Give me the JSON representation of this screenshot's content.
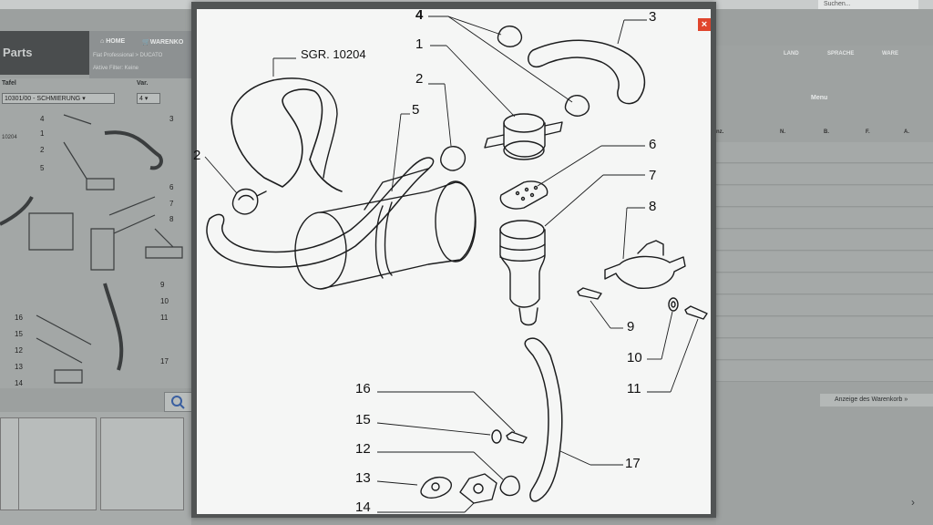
{
  "topbar": {
    "search_text": "Suchen..."
  },
  "app": {
    "logo": "Parts"
  },
  "nav": {
    "home": "HOME",
    "cart": "WARENKO",
    "crumb": "Fiat Professional > DUCATO",
    "filter": "Aktive Filter: Keine"
  },
  "left": {
    "tafel_label": "Tafel",
    "var_label": "Var.",
    "tafel_value": "10301/00 - SCHMIERUNG",
    "var_value": "4",
    "mini_sgr": "10204",
    "mini_labels": [
      "4",
      "3",
      "1",
      "2",
      "5",
      "6",
      "7",
      "8",
      "9",
      "10",
      "11",
      "16",
      "15",
      "12",
      "13",
      "14",
      "17"
    ]
  },
  "right": {
    "headers": [
      "LAND",
      "SPRACHE",
      "WARE"
    ],
    "menu": "Menu",
    "cols": [
      "nz.",
      "N.",
      "B.",
      "F.",
      "A."
    ],
    "cart_button": "Anzeige des Warenkorb »"
  },
  "modal": {
    "close": "×",
    "sgr": "SGR. 10204",
    "labels": [
      "4",
      "3",
      "1",
      "2",
      "5",
      "2",
      "6",
      "7",
      "8",
      "9",
      "10",
      "11",
      "16",
      "15",
      "12",
      "13",
      "17",
      "14"
    ]
  }
}
